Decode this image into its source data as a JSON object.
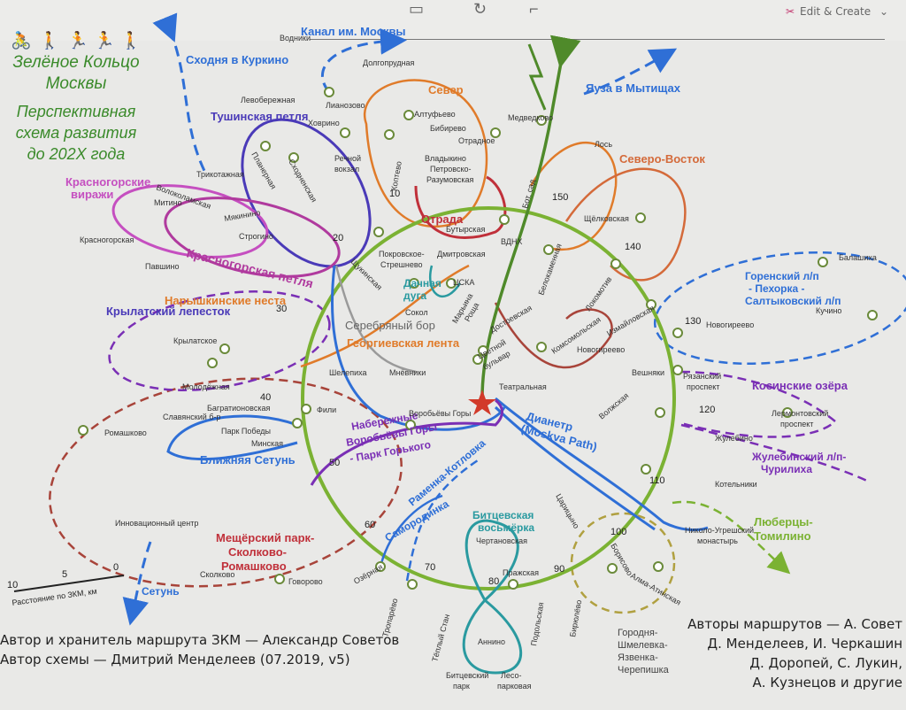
{
  "toolbar": {
    "edit_create": "Edit & Create",
    "dropdown_glyph": "⌄",
    "wand_icon": "magic-wand-icon",
    "activity_icons": [
      "🚴",
      "🚶",
      "🏃",
      "🏃",
      "🚶"
    ]
  },
  "legend": {
    "title_line1": "Зелёное Кольцо",
    "title_line2": "Москвы",
    "subtitle_line1": "Перспективная",
    "subtitle_line2": "схема развития",
    "subtitle_line3": "до 202Х года"
  },
  "colors": {
    "ring": "#7bb233",
    "blue": "#2f6fd6",
    "purple": "#7a2fb5",
    "orange": "#e07b2a",
    "red": "#c0303a",
    "magenta": "#c54fc0",
    "teal": "#2a9aa0",
    "darkgreen": "#4f8a2a",
    "brown": "#a8443a",
    "tan": "#d8a040"
  },
  "routes": {
    "skhodnya": "Сходня в Куркино",
    "kanal": "Канал им. Москвы",
    "yauza": "Яуза в Мытищах",
    "sever": "Север",
    "severo_vostok": "Северо-Восток",
    "tushinskaya": "Тушинская петля",
    "krasnogorskie_line1": "Красногорские",
    "krasnogorskie_line2": "виражи",
    "krasnogorskaya_petlya": "Красногорская петля",
    "naryshkinskie": "Нарышкинские неста",
    "krylatsky": "Крылатский лепесток",
    "otrada": "Отрада",
    "dachnaya_line1": "Дачная",
    "dachnaya_line2": "дуга",
    "serebryany": "Серебряный бор",
    "georgievskaya": "Георгиевская лента",
    "gorensky_line1": "Горенский л/п",
    "gorensky_line2": "- Пехорка -",
    "gorensky_line3": "Салтыковский л/п",
    "kosinskie": "Косинские озёра",
    "zhulebinsky_line1": "Жулебинский л/п-",
    "zhulebinsky_line2": "Чурилиха",
    "lyubertsy_line1": "Люберцы-",
    "lyubertsy_line2": "Томилино",
    "dianetr_line1": "Дианетр",
    "dianetr_line2": "(Moskva Path)",
    "naberezhnye_line1": "Набережные",
    "naberezhnye_line2": "Воробьёвы Горы",
    "naberezhnye_line3": "- Парк Горького",
    "blizhnyaya": "Ближняя Сетунь",
    "ramenka": "Раменка-Котловка",
    "samorodinka": "Самородинка",
    "bitsevskaya_line1": "Битцевская",
    "bitsevskaya_line2": "восьмёрка",
    "meshchersky_line1": "Мещёрский парк-",
    "meshchersky_line2": "Сколково-",
    "meshchersky_line3": "Ромашково",
    "setun": "Сетунь",
    "gorodnya_line1": "Городня-",
    "gorodnya_line2": "Шмелевка-",
    "gorodnya_line3": "Язвенка-",
    "gorodnya_line4": "Черепишка"
  },
  "stations": {
    "vodniki": "Водники",
    "dolgoprudnaya": "Долгопрудная",
    "levoberezhnaya": "Левобережная",
    "lianozovo": "Лианозово",
    "khovrino": "Ховрино",
    "altufevo": "Алтуфьево",
    "bibirevo": "Бибирево",
    "medvedkovo": "Медведково",
    "otradnoe": "Отрадное",
    "vladykino": "Владыкино",
    "petrovsko_line1": "Петровско-",
    "petrovsko_line2": "Разумовская",
    "koptevo": "Коптево",
    "rechnoy_line1": "Речной",
    "rechnoy_line2": "вокзал",
    "planernaya": "Планерная",
    "skhodnenskaya": "Сходненская",
    "trikotazhnaya": "Трикотажная",
    "volokolamskaya": "Волоколамская",
    "mitino": "Митино",
    "myakinino": "Мякинино",
    "strogino": "Строгино",
    "krasnogorskaya": "Красногорская",
    "pavshino": "Павшино",
    "shchukinskaya": "Щукинская",
    "pokrovskoe_line1": "Покровское-",
    "pokrovskoe_line2": "Стрешнево",
    "dmitrovskaya": "Дмитровская",
    "butyrskaya": "Бутырская",
    "vdnkh": "ВДНХ",
    "bot_sad": "Бот. сад",
    "los": "Лось",
    "shchelkovskaya": "Щёлковская",
    "belokamennaya": "Белокаменная",
    "lokomotiv": "Локомотив",
    "izmaylovskaya": "Измайловская",
    "balashikha": "Балашиха",
    "kuchino": "Кучино",
    "novogireevo": "Новогиреево",
    "veshnyaki": "Вешняки",
    "ryazansky_line1": "Рязанский",
    "ryazansky_line2": "проспект",
    "lermontovsky_line1": "Лермонтовский",
    "lermontovsky_line2": "проспект",
    "zhulebino": "Жулебино",
    "kotelniki": "Котельники",
    "volzhskaya": "Волжская",
    "nikolo_line1": "Николо-Угрешский",
    "nikolo_line2": "монастырь",
    "tsska": "ЦСКА",
    "sokol": "Сокол",
    "maryina_line1": "Марьина",
    "maryina_line2": "Роща",
    "dostoevskaya": "Достоевская",
    "tsvetnoy_line1": "Цветной",
    "tsvetnoy_line2": "бульвар",
    "komsomolskaya": "Комсомольская",
    "teatralnaya": "Театральная",
    "shelepikha": "Шелепиха",
    "mnevniki": "Мнёвники",
    "krylatskoe": "Крылатское",
    "molodezhnaya": "Молодёжная",
    "slavyansky": "Славянский б-р",
    "bagrationovskaya": "Багратионовская",
    "park_pobedy": "Парк Победы",
    "fili": "Фили",
    "minskaya": "Минская",
    "romashkovo": "Ромашково",
    "vorobyovy": "Воробьёвы Горы",
    "innovatsionny": "Инновационный центр",
    "skolkovo": "Сколково",
    "govorovo": "Говорово",
    "ozernaya": "Озёрная",
    "troparevo": "Тропарёво",
    "tyoply_stan": "Тёплый Стан",
    "bitsevsky_line1": "Битцевский",
    "bitsevsky_line2": "парк",
    "lesoparkovaya_line1": "Лесо-",
    "lesoparkovaya_line2": "парковая",
    "annino": "Аннино",
    "chertanovskaya": "Чертановская",
    "prazhskaya": "Пражская",
    "podolskaya": "Подольская",
    "biryulyovo": "Бирюлёво",
    "tsaritsyno": "Царицыно",
    "borisovo": "Борисово",
    "alma_atinskaya": "Алма-Атинская"
  },
  "distances": [
    "10",
    "20",
    "30",
    "40",
    "50",
    "60",
    "70",
    "80",
    "90",
    "100",
    "110",
    "120",
    "130",
    "140",
    "150"
  ],
  "scale": {
    "ticks": [
      "10",
      "5",
      "0"
    ],
    "label": "Расстояние по ЗКМ, км"
  },
  "credits": {
    "author_line1": "Автор и хранитель маршрута ЗКМ — Александр Советов",
    "author_line2": "Автор схемы — Дмитрий Менделеев (07.2019, v5)",
    "route_authors_line1": "Авторы маршрутов — А. Совет",
    "route_authors_line2": "Д. Менделеев, И. Черкашин",
    "route_authors_line3": "Д. Доропей, С. Лукин,",
    "route_authors_line4": "А. Кузнецов и другие"
  }
}
